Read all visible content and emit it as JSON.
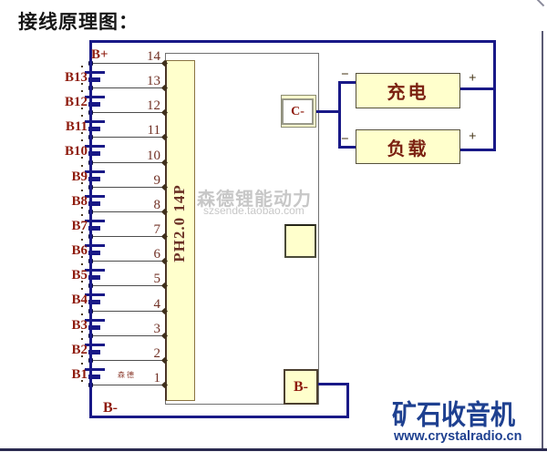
{
  "title": "接线原理图：",
  "diagram": {
    "b_plus_label": "B+",
    "b_minus_label": "B-",
    "b_minus_pad_label": "B-",
    "c_minus_label": "C-",
    "connector_label": "PH2.0 14P",
    "pin_numbers": [
      "14",
      "13",
      "12",
      "11",
      "10",
      "9",
      "8",
      "7",
      "6",
      "5",
      "4",
      "3",
      "2",
      "1"
    ],
    "battery_labels": [
      "B13",
      "B12",
      "B11",
      "B10",
      "B9",
      "B8",
      "B7",
      "B6",
      "B5",
      "B4",
      "B3",
      "B2",
      "B1"
    ],
    "charge_box_label": "充电",
    "load_box_label": "负载",
    "plus_sign": "+",
    "minus_sign": "−",
    "mini_watermark": "森德"
  },
  "watermarks": {
    "center_line1": "森德锂能动力",
    "center_line2": "szsende.taobao.com",
    "corner_logo": "矿石收音机",
    "corner_url": "www.crystalradio.cn"
  },
  "colors": {
    "wire_navy": "#191987",
    "panel_cream": "#ffffcc",
    "label_red": "#8e1a0c",
    "pin_number_brown": "#703024",
    "box_text_red": "#7c2212",
    "logo_blue": "#1e4090",
    "watermark_gray": "#c7c7c7"
  }
}
